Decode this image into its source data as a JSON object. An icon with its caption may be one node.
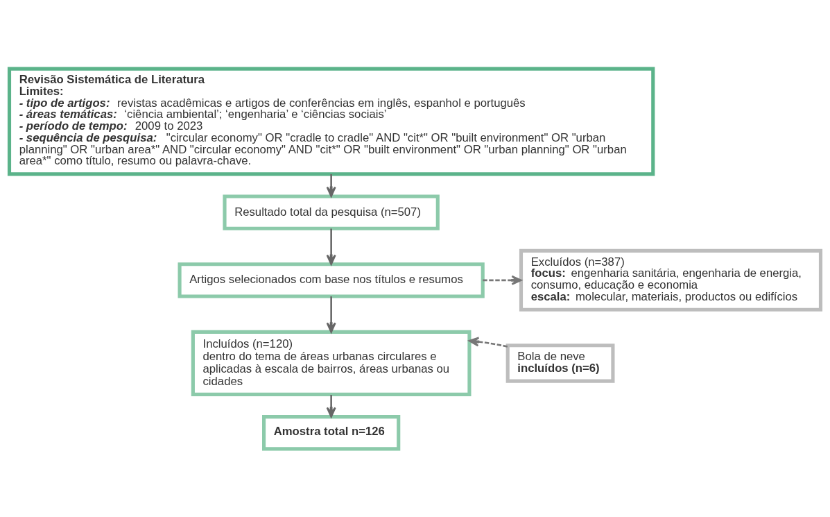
{
  "diagram": {
    "nodes": [
      {
        "text": [
          "Revisão Sistemática de Literatura",
          "Limites:",
          "- tipo de artigos: revistas acadêmicas e artigos de conferências em inglês, espanhol e português",
          "- áreas temáticas: ‘ciência ambiental’; ‘engenharia’ e ‘ciências sociais’",
          "- período de tempo: 2009 to 2023",
          "- sequência de pesquisa: \"circular economy\" OR \"cradle to cradle\" AND \"cit*\" OR \"built environment\" OR \"urban planning\" OR \"urban area*\" AND \"circular economy\" AND \"cit*\" OR \"built environment\" OR \"urban planning\" OR \"urban area*\" como título, resumo ou palavra-chave."
        ]
      },
      {
        "text": [
          "Resultado total da pesquisa (n=507)"
        ]
      },
      {
        "text": [
          "Artigos selecionados com base nos títulos e resumos"
        ]
      },
      {
        "text": [
          "Excluídos (n=387)",
          "focus: engenharia sanitária, engenharia de energia, consumo, educação e economia",
          "escala: molecular, materiais, productos ou edifícios"
        ]
      },
      {
        "text": [
          "Incluídos (n=120)",
          "dentro do tema de áreas urbanas circulares e aplicadas à escala de bairros, áreas urbanas ou cidades"
        ]
      },
      {
        "text": [
          "Bola de neve",
          "incluídos (n=6)"
        ]
      },
      {
        "text": [
          "Amostra total n=126"
        ]
      }
    ],
    "edges": [
      {
        "from": 0,
        "to": 1,
        "arrow": "to"
      },
      {
        "from": 1,
        "to": 2,
        "arrow": "to"
      },
      {
        "from": 2,
        "to": 4,
        "arrow": "to"
      },
      {
        "from": 4,
        "to": 6,
        "arrow": "to"
      },
      {
        "from": 2,
        "to": 3,
        "arrow": "to",
        "style": "dashed"
      },
      {
        "from": 5,
        "to": 4,
        "arrow": "to",
        "style": "dashed"
      }
    ]
  }
}
